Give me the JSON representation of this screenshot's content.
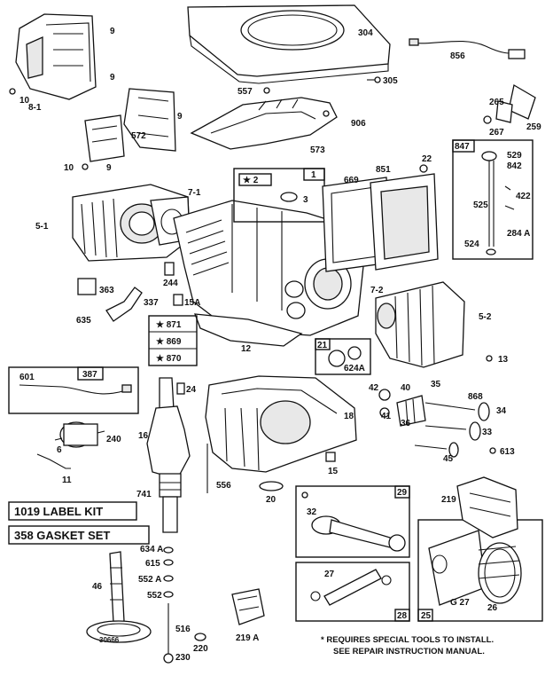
{
  "part_labels": {
    "p304": "304",
    "p856": "856",
    "p305": "305",
    "p557": "557",
    "p906": "906",
    "p9a": "9",
    "p81": "8-1",
    "p10a": "10",
    "p9b": "9",
    "p572": "572",
    "p9c": "9",
    "p10b": "10",
    "p9d": "9",
    "p573": "573",
    "p265": "265",
    "p267": "267",
    "p259": "259",
    "p1": "1",
    "p2": "★ 2",
    "p3": "3",
    "p71": "7-1",
    "p51": "5-1",
    "p669": "669",
    "p851": "851",
    "p22": "22",
    "p847": "847",
    "p529": "529",
    "p842": "842",
    "p525": "525",
    "p422": "422",
    "p284a": "284 A",
    "p524": "524",
    "p244": "244",
    "p363": "363",
    "p337": "337",
    "p15a": "15A",
    "p635": "635",
    "p871": "★ 871",
    "p869": "★ 869",
    "p870": "★ 870",
    "p12": "12",
    "p72": "7-2",
    "p52": "5-2",
    "p21": "21",
    "p624a": "624A",
    "p13": "13",
    "p601": "601",
    "p387": "387",
    "p24": "24",
    "p42": "42",
    "p40": "40",
    "p35": "35",
    "p868": "868",
    "p34": "34",
    "p41": "41",
    "p36": "36",
    "p33": "33",
    "p18": "18",
    "p240": "240",
    "p16": "16",
    "p6": "6",
    "p11": "11",
    "p45": "45",
    "p613": "613",
    "p15": "15",
    "p741": "741",
    "p556": "556",
    "p20": "20",
    "p29": "29",
    "p32": "32",
    "p219": "219",
    "p634a": "634 A",
    "p615": "615",
    "p552a": "552 A",
    "p552": "552",
    "p46": "46",
    "p27": "27",
    "p28": "28",
    "p25": "25",
    "pg27": "G 27",
    "p26": "26",
    "p516": "516",
    "p230": "230",
    "p220": "220",
    "p219a": "219 A",
    "p30": "30666"
  },
  "kits": {
    "label_kit": "1019  LABEL KIT",
    "gasket_set": "358  GASKET SET"
  },
  "footnote": {
    "line1": "* REQUIRES SPECIAL TOOLS TO INSTALL.",
    "line2": "SEE REPAIR INSTRUCTION MANUAL."
  }
}
